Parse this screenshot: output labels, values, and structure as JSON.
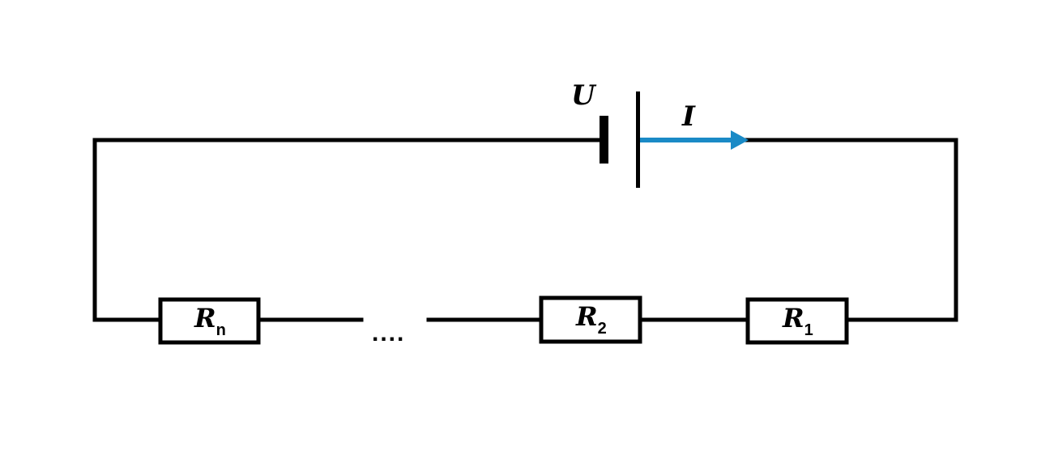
{
  "diagram": {
    "voltage_label": "U",
    "current_label": "I",
    "resistors": [
      {
        "symbol": "R",
        "subscript": "n"
      },
      {
        "symbol": "R",
        "subscript": "2"
      },
      {
        "symbol": "R",
        "subscript": "1"
      }
    ],
    "ellipsis": "...."
  },
  "colors": {
    "wire": "#000000",
    "current_arrow": "#1a8ac6",
    "background": "#ffffff"
  }
}
